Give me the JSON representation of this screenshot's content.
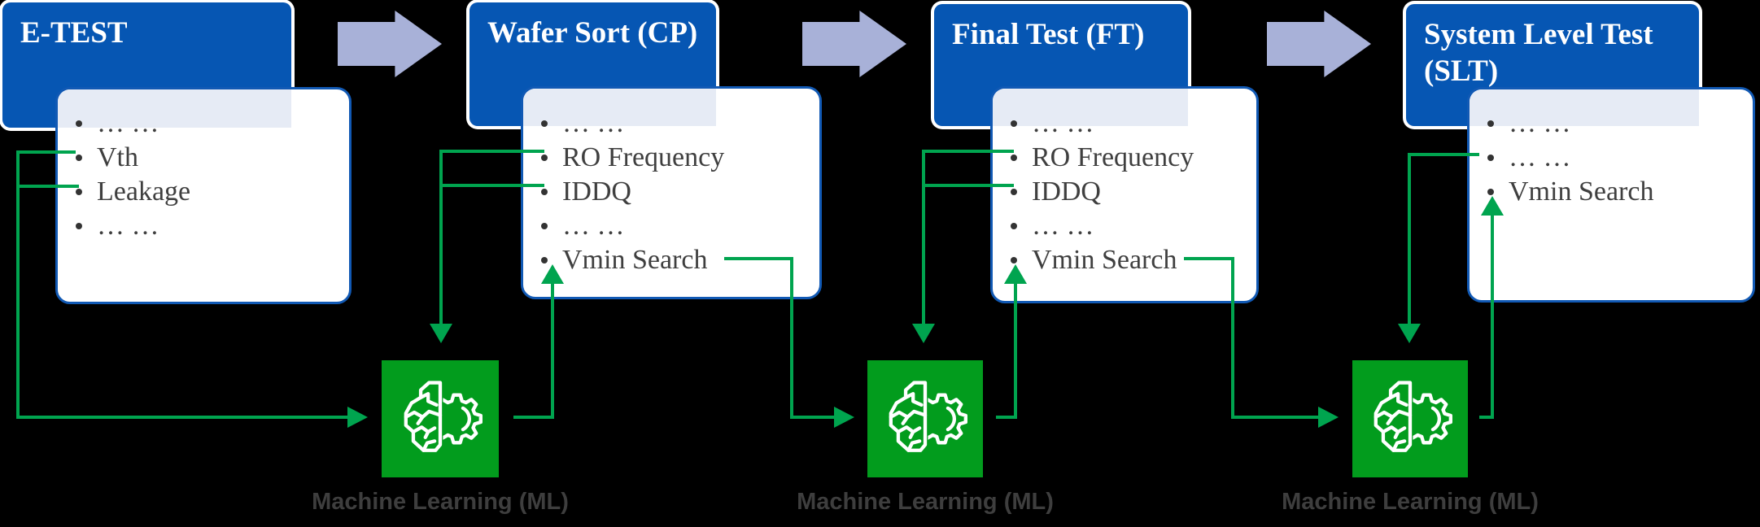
{
  "stages": [
    {
      "title": "E-TEST",
      "items": [
        "… …",
        "Vth",
        "Leakage",
        "… …"
      ]
    },
    {
      "title": "Wafer Sort (CP)",
      "items": [
        "… …",
        "RO Frequency",
        "IDDQ",
        "… …",
        "Vmin Search"
      ]
    },
    {
      "title": "Final Test (FT)",
      "items": [
        "… …",
        "RO Frequency",
        "IDDQ",
        "… …",
        "Vmin Search"
      ]
    },
    {
      "title": "System Level Test (SLT)",
      "items": [
        "… …",
        "… …",
        "Vmin Search"
      ]
    }
  ],
  "ml_nodes": [
    {
      "label": "Machine Learning (ML)",
      "icon": "brain-gear-icon"
    },
    {
      "label": "Machine Learning (ML)",
      "icon": "brain-gear-icon"
    },
    {
      "label": "Machine Learning (ML)",
      "icon": "brain-gear-icon"
    }
  ],
  "colors": {
    "background": "#000000",
    "header_blue": "#0656B3",
    "card_border_blue": "#1159B4",
    "card_header_tint": "#E6EBF5",
    "flow_arrow_lavender": "#A8B1D8",
    "connector_green": "#00A44F",
    "ml_box_green": "#029C1D",
    "bullet_text_gray": "#3F3F3F",
    "ml_label_gray": "#3E3E3E",
    "header_text": "#FFFFFF"
  }
}
